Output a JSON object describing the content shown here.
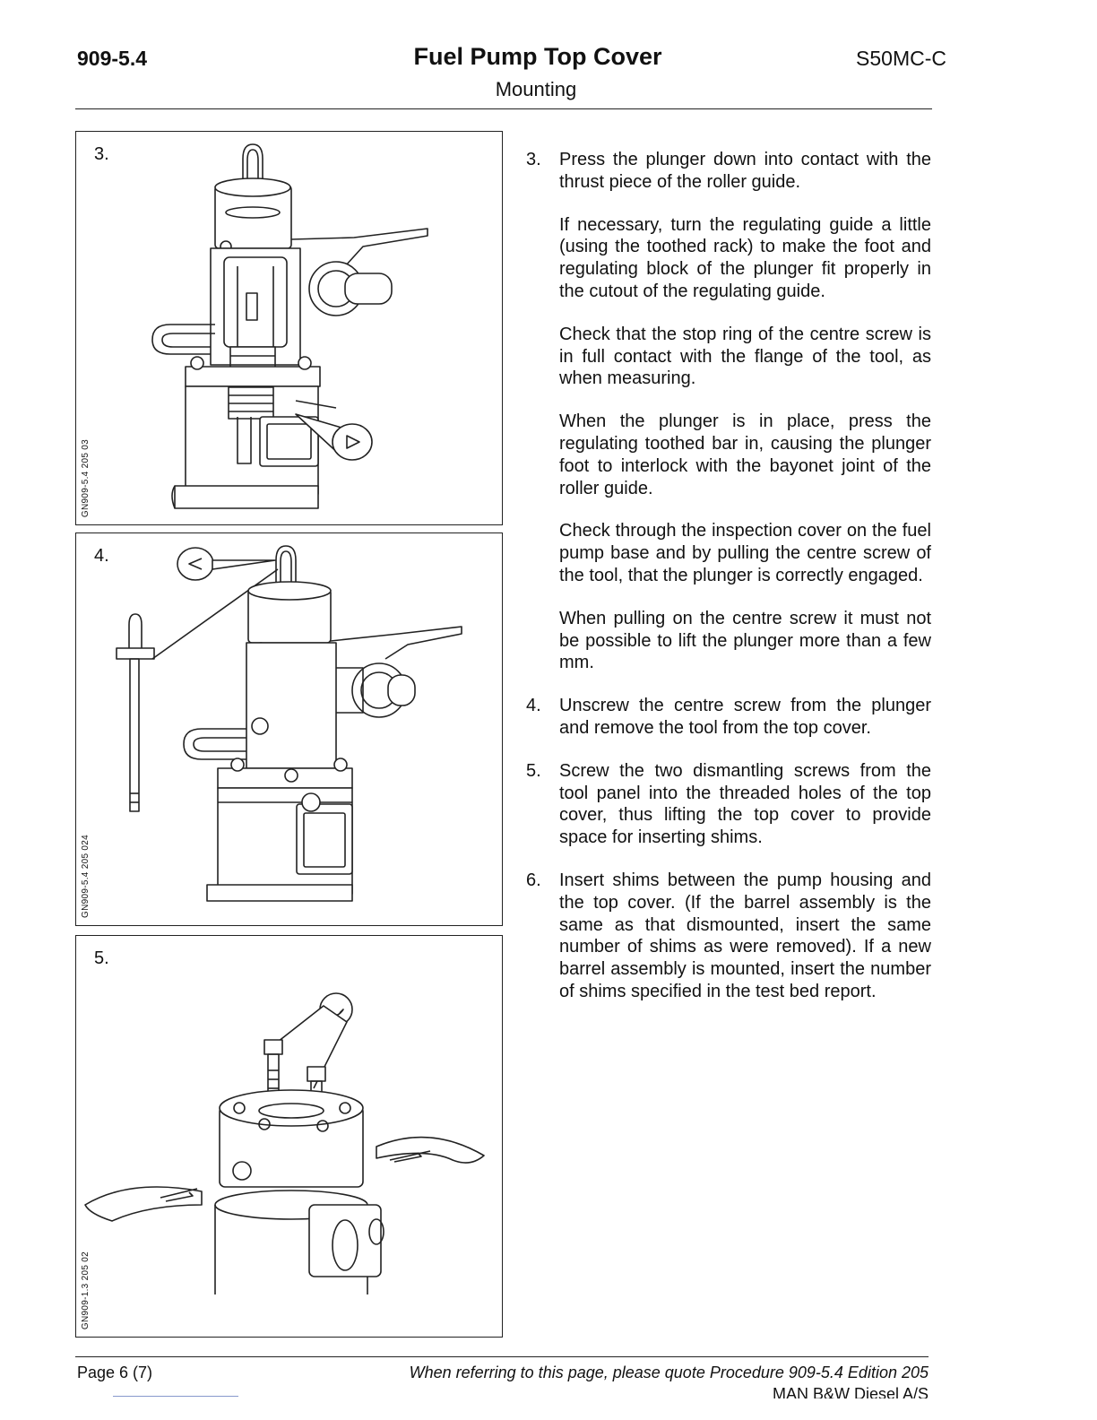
{
  "header": {
    "procedure": "909-5.4",
    "title": "Fuel Pump Top Cover",
    "subtitle": "Mounting",
    "engine": "S50MC-C"
  },
  "figures": [
    {
      "number": "3.",
      "code": "GN909-5.4 205 03"
    },
    {
      "number": "4.",
      "code": "GN909-5.4 205 024"
    },
    {
      "number": "5.",
      "code": "GN909-1.3 205 02"
    }
  ],
  "steps": [
    {
      "number": "3.",
      "paragraphs": [
        "Press the plunger down into contact with the thrust piece of the roller guide.",
        "If necessary, turn the regulating guide a little (using the toothed rack) to make the foot and regulating block of the plunger fit properly in the cutout of the regulating guide.",
        "Check that the stop ring of the centre screw is in full contact with the flange of the tool, as when measuring.",
        "When the plunger is in place, press the regulating toothed bar in, causing the plunger foot to interlock with the bayonet joint of the roller guide.",
        "Check through the inspection cover on the fuel pump base and by pulling the centre screw of the tool, that the plunger is correctly engaged.",
        "When pulling on the centre screw it must not be possible to lift the plunger more than a few mm."
      ]
    },
    {
      "number": "4.",
      "paragraphs": [
        "Unscrew the centre screw from the plunger and remove the tool from the top cover."
      ]
    },
    {
      "number": "5.",
      "paragraphs": [
        "Screw the two dismantling screws from the tool panel into the threaded holes of the top cover, thus lifting the top cover to provide space for inserting shims."
      ]
    },
    {
      "number": "6.",
      "paragraphs": [
        "Insert shims between the pump housing and the top cover. (If the barrel assembly is the same as that dismounted, insert the same number of shims as were removed). If a new barrel assembly is mounted, insert the number of shims specified in the test bed report."
      ]
    }
  ],
  "footer": {
    "page": "Page 6 (7)",
    "reference": "When referring to this page, please quote Procedure 909-5.4 Edition 205",
    "company": "MAN B&W Diesel A/S"
  }
}
